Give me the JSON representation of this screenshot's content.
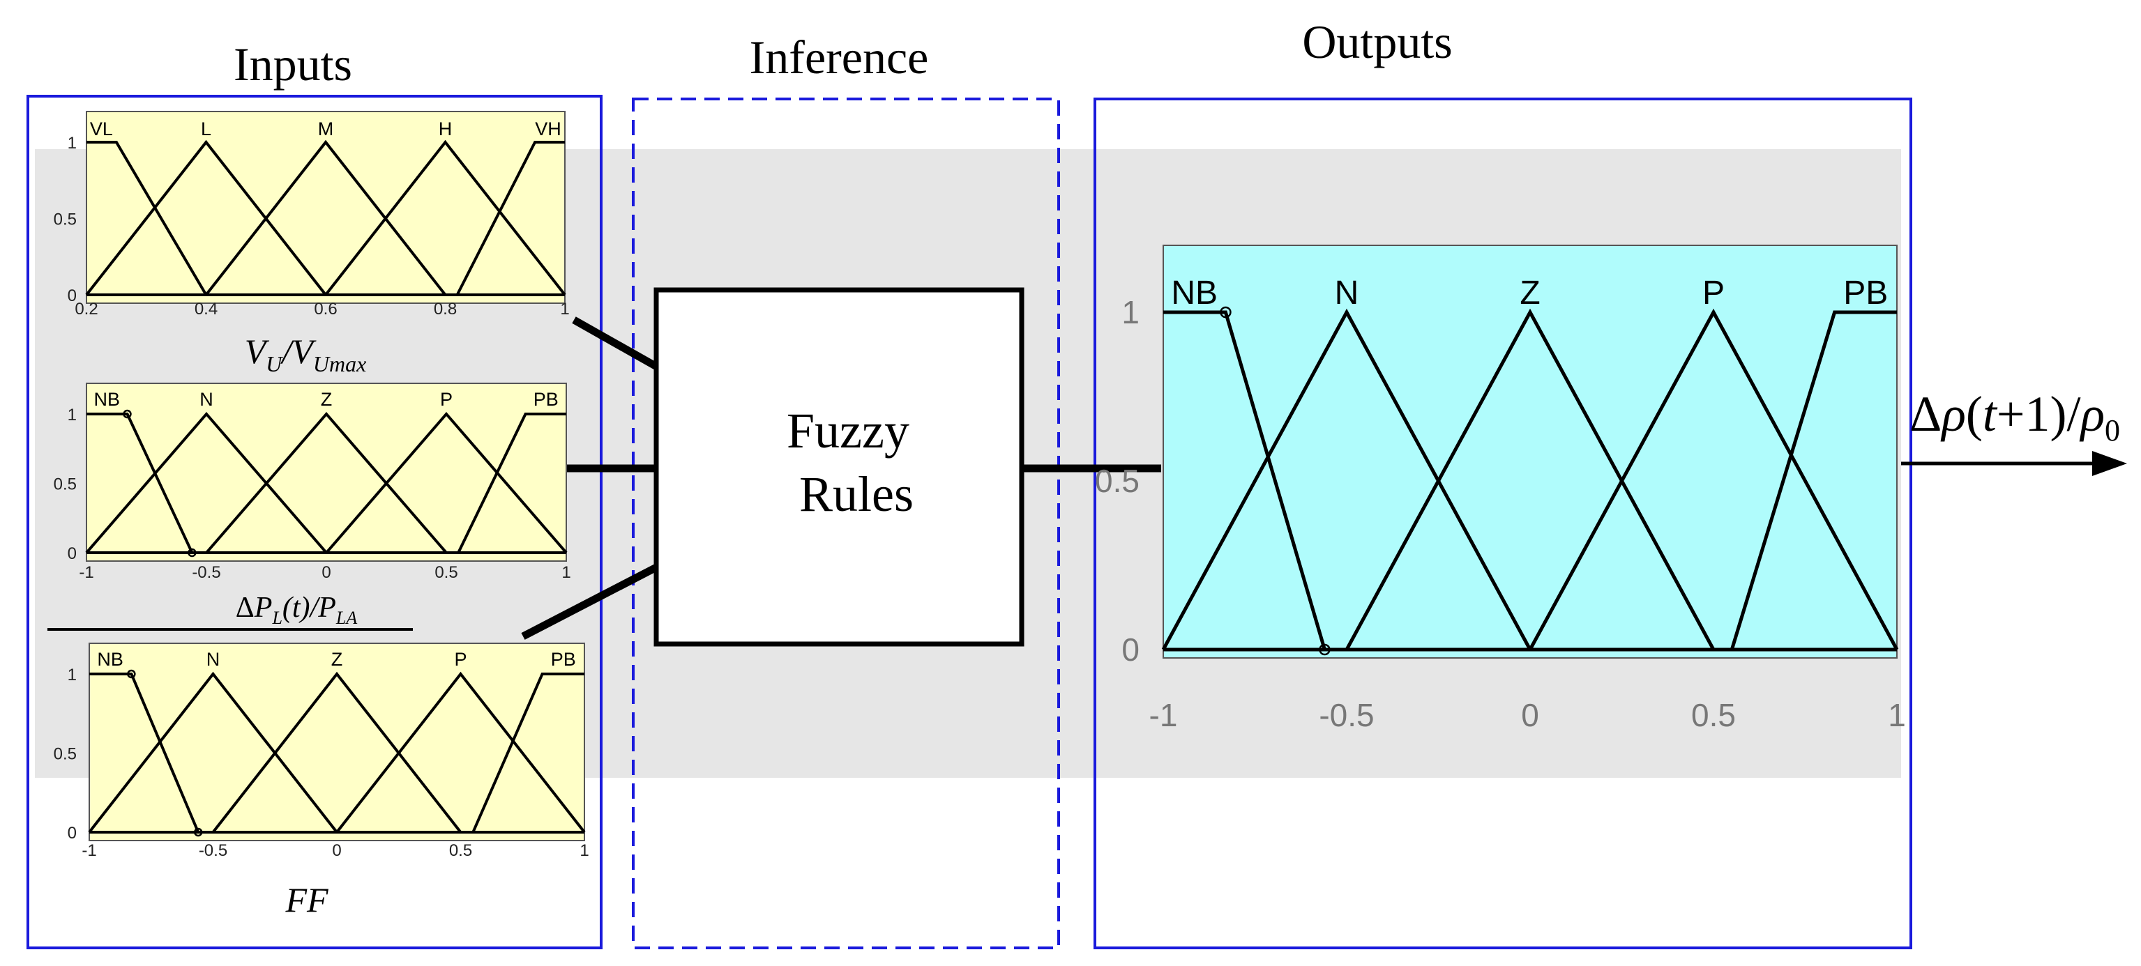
{
  "headings": {
    "inputs": "Inputs",
    "inference": "Inference",
    "outputs": "Outputs"
  },
  "inference": {
    "box_line1": "Fuzzy",
    "box_line2": "Rules"
  },
  "colors": {
    "input_plot_bg": "#ffffc8",
    "output_plot_bg": "#b0fcfc",
    "frame_blue": "#1a1adc",
    "band_grey": "#e6e6e6"
  },
  "inputs": [
    {
      "label": {
        "base": "V",
        "sub": "U",
        "slash": "/",
        "base2": "V",
        "sub2": "Umax"
      }
    },
    {
      "label": {
        "delta": "Δ",
        "base": "P",
        "sub": "L",
        "arg": "(t)",
        "slash": "/",
        "base2": "P",
        "sub2": "LA"
      }
    },
    {
      "label": {
        "text": "FF"
      }
    }
  ],
  "output": {
    "label": {
      "delta": "Δ",
      "rho": "ρ",
      "open": "(",
      "t": "t",
      "plusone": "+1",
      "close": ")",
      "slash": "/",
      "rho2": "ρ",
      "sub": "0"
    }
  },
  "chart_data": [
    {
      "type": "line",
      "xlim": [
        0.2,
        1
      ],
      "ylim": [
        0,
        1
      ],
      "xticks": [
        "0.2",
        "0.4",
        "0.6",
        "0.8",
        "1"
      ],
      "yticks": [
        "0",
        "0.5",
        "1"
      ],
      "membership_functions": [
        {
          "name": "VL",
          "points": [
            [
              0.2,
              1
            ],
            [
              0.25,
              1
            ],
            [
              0.4,
              0
            ]
          ]
        },
        {
          "name": "L",
          "points": [
            [
              0.2,
              0
            ],
            [
              0.4,
              1
            ],
            [
              0.6,
              0
            ]
          ]
        },
        {
          "name": "M",
          "points": [
            [
              0.4,
              0
            ],
            [
              0.6,
              1
            ],
            [
              0.8,
              0
            ]
          ]
        },
        {
          "name": "H",
          "points": [
            [
              0.6,
              0
            ],
            [
              0.8,
              1
            ],
            [
              1.0,
              0
            ]
          ]
        },
        {
          "name": "VH",
          "points": [
            [
              0.82,
              0
            ],
            [
              0.95,
              1
            ],
            [
              1.0,
              1
            ]
          ]
        }
      ]
    },
    {
      "type": "line",
      "xlim": [
        -1,
        1
      ],
      "ylim": [
        0,
        1
      ],
      "xticks": [
        "-1",
        "-0.5",
        "0",
        "0.5",
        "1"
      ],
      "yticks": [
        "0",
        "0.5",
        "1"
      ],
      "membership_functions": [
        {
          "name": "NB",
          "points": [
            [
              -1,
              1
            ],
            [
              -0.83,
              1
            ],
            [
              -0.56,
              0
            ]
          ]
        },
        {
          "name": "N",
          "points": [
            [
              -1,
              0
            ],
            [
              -0.5,
              1
            ],
            [
              0,
              0
            ]
          ]
        },
        {
          "name": "Z",
          "points": [
            [
              -0.5,
              0
            ],
            [
              0,
              1
            ],
            [
              0.5,
              0
            ]
          ]
        },
        {
          "name": "P",
          "points": [
            [
              0,
              0
            ],
            [
              0.5,
              1
            ],
            [
              1,
              0
            ]
          ]
        },
        {
          "name": "PB",
          "points": [
            [
              0.55,
              0
            ],
            [
              0.83,
              1
            ],
            [
              1,
              1
            ]
          ]
        }
      ]
    },
    {
      "type": "line",
      "xlim": [
        -1,
        1
      ],
      "ylim": [
        0,
        1
      ],
      "xticks": [
        "-1",
        "-0.5",
        "0",
        "0.5",
        "1"
      ],
      "yticks": [
        "0",
        "0.5",
        "1"
      ],
      "membership_functions": [
        {
          "name": "NB",
          "points": [
            [
              -1,
              1
            ],
            [
              -0.83,
              1
            ],
            [
              -0.56,
              0
            ]
          ]
        },
        {
          "name": "N",
          "points": [
            [
              -1,
              0
            ],
            [
              -0.5,
              1
            ],
            [
              0,
              0
            ]
          ]
        },
        {
          "name": "Z",
          "points": [
            [
              -0.5,
              0
            ],
            [
              0,
              1
            ],
            [
              0.5,
              0
            ]
          ]
        },
        {
          "name": "P",
          "points": [
            [
              0,
              0
            ],
            [
              0.5,
              1
            ],
            [
              1,
              0
            ]
          ]
        },
        {
          "name": "PB",
          "points": [
            [
              0.55,
              0
            ],
            [
              0.83,
              1
            ],
            [
              1,
              1
            ]
          ]
        }
      ]
    },
    {
      "type": "line",
      "xlim": [
        -1,
        1
      ],
      "ylim": [
        0,
        1
      ],
      "xticks": [
        "-1",
        "-0.5",
        "0",
        "0.5",
        "1"
      ],
      "yticks": [
        "0",
        "0.5",
        "1"
      ],
      "membership_functions": [
        {
          "name": "NB",
          "points": [
            [
              -1,
              1
            ],
            [
              -0.83,
              1
            ],
            [
              -0.56,
              0
            ]
          ]
        },
        {
          "name": "N",
          "points": [
            [
              -1,
              0
            ],
            [
              -0.5,
              1
            ],
            [
              0,
              0
            ]
          ]
        },
        {
          "name": "Z",
          "points": [
            [
              -0.5,
              0
            ],
            [
              0,
              1
            ],
            [
              0.5,
              0
            ]
          ]
        },
        {
          "name": "P",
          "points": [
            [
              0,
              0
            ],
            [
              0.5,
              1
            ],
            [
              1,
              0
            ]
          ]
        },
        {
          "name": "PB",
          "points": [
            [
              0.55,
              0
            ],
            [
              0.83,
              1
            ],
            [
              1,
              1
            ]
          ]
        }
      ]
    }
  ]
}
